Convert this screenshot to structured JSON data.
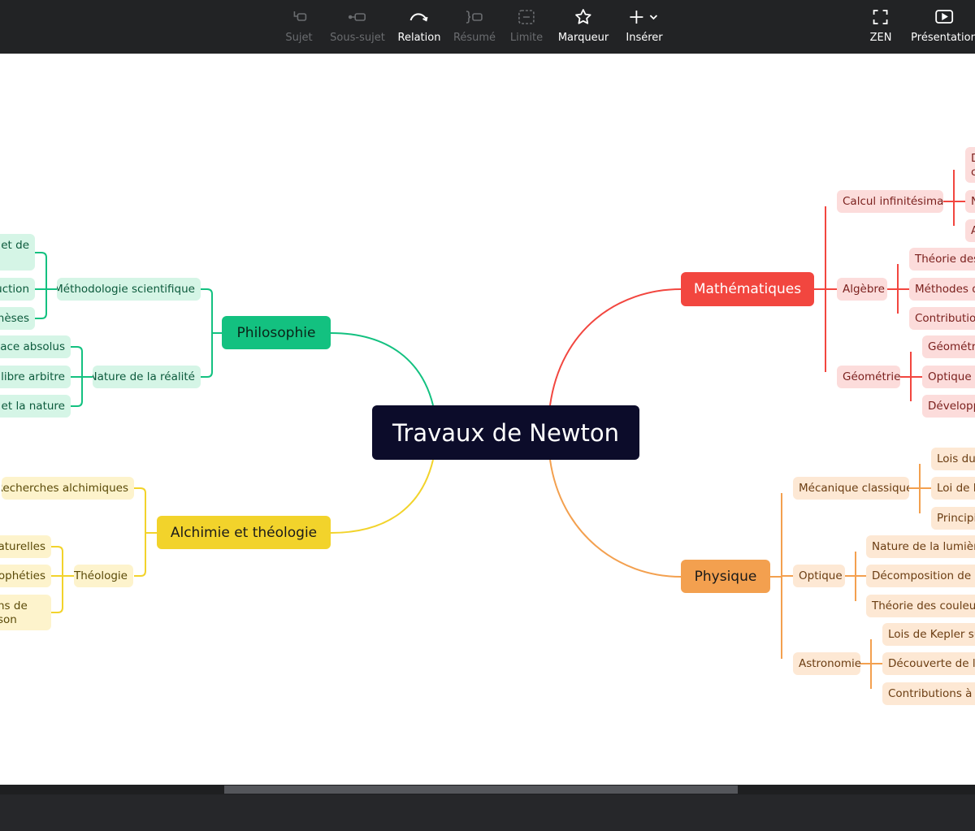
{
  "toolbar": {
    "items": [
      {
        "label": "Sujet",
        "icon": "topic-icon",
        "disabled": true
      },
      {
        "label": "Sous-sujet",
        "icon": "subtopic-icon",
        "disabled": true
      },
      {
        "label": "Relation",
        "icon": "relation-icon",
        "disabled": false
      },
      {
        "label": "Résumé",
        "icon": "summary-icon",
        "disabled": true
      },
      {
        "label": "Limite",
        "icon": "boundary-icon",
        "disabled": true
      },
      {
        "label": "Marqueur",
        "icon": "star-icon",
        "disabled": false
      },
      {
        "label": "Insérer",
        "icon": "plus-icon",
        "disabled": false
      }
    ],
    "right_items": [
      {
        "label": "ZEN",
        "icon": "fullscreen-icon"
      },
      {
        "label": "Présentation",
        "icon": "presentation-icon"
      }
    ]
  },
  "mindmap": {
    "root": "Travaux de Newton",
    "colors": {
      "root_bg": "#0c0c2a",
      "math": "#f2463f",
      "math_light": "#fcdcdb",
      "math_text": "#7a1f1c",
      "physique": "#f3a04f",
      "physique_light": "#fde8d4",
      "physique_text": "#6b3d12",
      "philosophie": "#13c180",
      "philosophie_light": "#d5f5e6",
      "philosophie_text": "#0c5a3c",
      "alchimie": "#f2d32b",
      "alchimie_light": "#fdf3cc",
      "alchimie_text": "#5a4a08"
    },
    "branches": {
      "math": {
        "title": "Mathématiques",
        "subs": [
          {
            "label": "Calcul infinitésimal",
            "leaves": [
              "D c",
              "N",
              "A"
            ]
          },
          {
            "label": "Algèbre",
            "leaves": [
              "Théorie des",
              "Méthodes d",
              "Contribution"
            ]
          },
          {
            "label": "Géométrie",
            "leaves": [
              "Géométri",
              "Optique g",
              "Développ"
            ]
          }
        ]
      },
      "physique": {
        "title": "Physique",
        "subs": [
          {
            "label": "Mécanique classique",
            "leaves": [
              "Lois du",
              "Loi de la",
              "Principi"
            ]
          },
          {
            "label": "Optique",
            "leaves": [
              "Nature de la lumière",
              "Décomposition de la",
              "Théorie des couleurs"
            ]
          },
          {
            "label": "Astronomie",
            "leaves": [
              "Lois de Kepler su",
              "Découverte de la",
              "Contributions à la"
            ]
          }
        ]
      },
      "philosophie": {
        "title": "Philosophie",
        "subs": [
          {
            "label": "Méthodologie scientifique",
            "leaves": [
              "et de",
              "uction",
              "thèses"
            ]
          },
          {
            "label": "Nature de la réalité",
            "leaves": [
              "pace absolus",
              "t libre arbitre",
              "u et la nature"
            ]
          }
        ]
      },
      "alchimie": {
        "title": "Alchimie et théologie",
        "subs": [
          {
            "label": "Recherches alchimiques",
            "leaves": []
          },
          {
            "label": "Théologie",
            "leaves": [
              "naturelles",
              "rophéties",
              "ns de son"
            ]
          }
        ]
      }
    }
  }
}
